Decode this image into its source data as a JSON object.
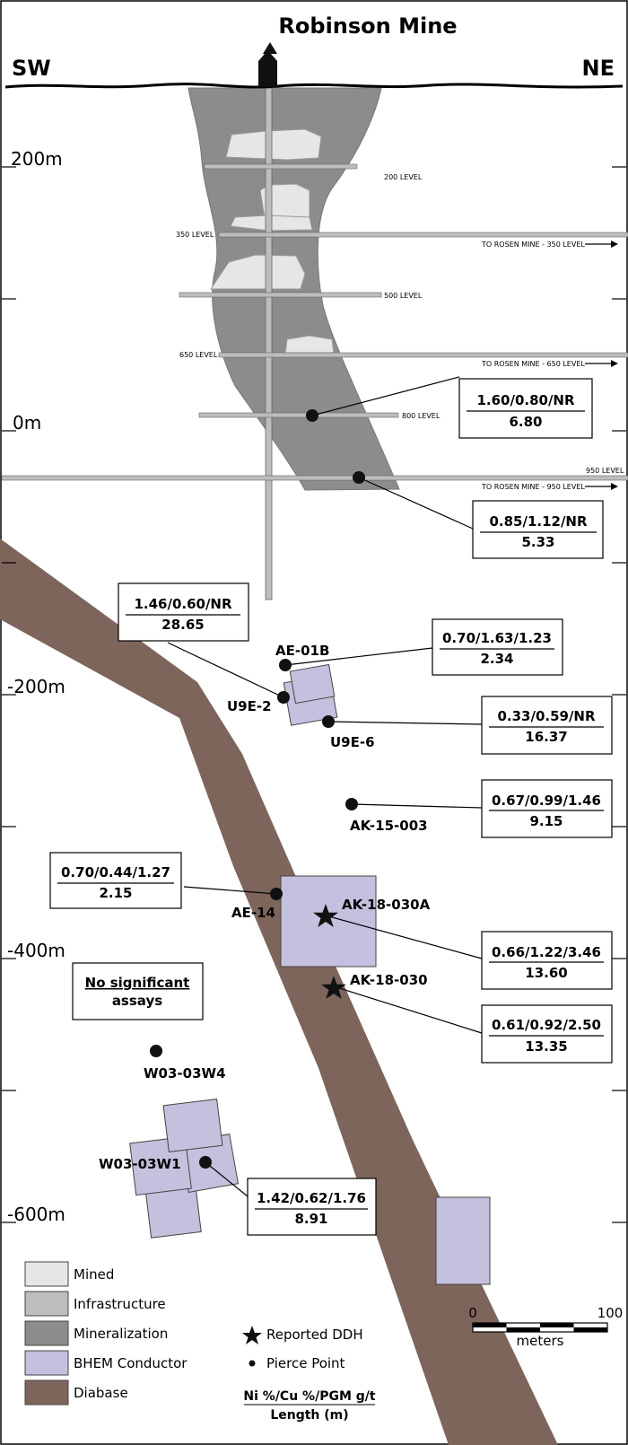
{
  "title": "Robinson Mine",
  "directions": {
    "left": "SW",
    "right": "NE"
  },
  "depth_labels": [
    "200m",
    "0m",
    "-200m",
    "-400m",
    "-600m"
  ],
  "levels": {
    "l200": "200 LEVEL",
    "l350": "350 LEVEL",
    "l500": "500 LEVEL",
    "l650": "650 LEVEL",
    "l800": "800 LEVEL",
    "l950": "950 LEVEL",
    "rosen350": "TO ROSEN MINE - 350 LEVEL",
    "rosen650": "TO ROSEN MINE - 650 LEVEL",
    "rosen950": "TO ROSEN MINE - 950 LEVEL"
  },
  "holes": {
    "ae01b": "AE-01B",
    "u9e2": "U9E-2",
    "u9e6": "U9E-6",
    "ak15003": "AK-15-003",
    "ae14": "AE-14",
    "ak18030a": "AK-18-030A",
    "ak18030": "AK-18-030",
    "w0303w4": "W03-03W4",
    "w0303w1": "W03-03W1"
  },
  "assays": {
    "a800": {
      "grade": "1.60/0.80/NR",
      "length": "6.80"
    },
    "a950": {
      "grade": "0.85/1.12/NR",
      "length": "5.33"
    },
    "u9e2": {
      "grade": "1.46/0.60/NR",
      "length": "28.65"
    },
    "ae01b": {
      "grade": "0.70/1.63/1.23",
      "length": "2.34"
    },
    "u9e6": {
      "grade": "0.33/0.59/NR",
      "length": "16.37"
    },
    "ak15003": {
      "grade": "0.67/0.99/1.46",
      "length": "9.15"
    },
    "ae14": {
      "grade": "0.70/0.44/1.27",
      "length": "2.15"
    },
    "ak18030a": {
      "grade": "0.66/1.22/3.46",
      "length": "13.60"
    },
    "ak18030": {
      "grade": "0.61/0.92/2.50",
      "length": "13.35"
    },
    "w0303w1": {
      "grade": "1.42/0.62/1.76",
      "length": "8.91"
    },
    "w0303w4": {
      "line1": "No significant",
      "line2": "assays"
    }
  },
  "legend": {
    "mined": "Mined",
    "infrastructure": "Infrastructure",
    "mineralization": "Mineralization",
    "conductor": "BHEM Conductor",
    "diabase": "Diabase",
    "ddh": "Reported DDH",
    "pierce": "Pierce Point",
    "units": "Ni %/Cu %/PGM g/t",
    "length": "Length (m)"
  },
  "scale": {
    "start": "0",
    "end": "100",
    "unit": "meters"
  },
  "colors": {
    "mined": "#e6e6e6",
    "infrastructure": "#bdbdbd",
    "mineralization": "#8c8c8c",
    "conductor": "#c4c0de",
    "diabase": "#7d655c"
  }
}
